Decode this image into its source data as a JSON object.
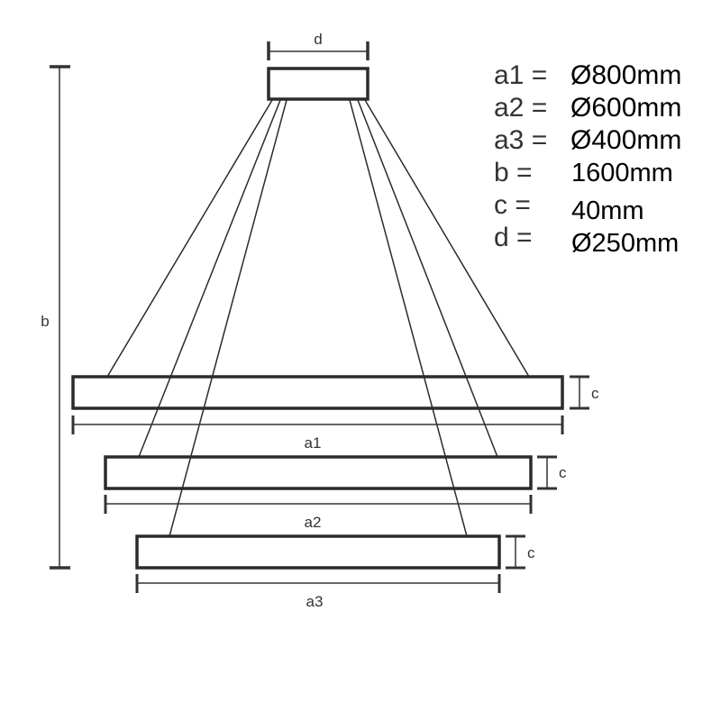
{
  "diagram": {
    "type": "technical dimension drawing",
    "subject": "3-tier ring pendant light",
    "labels": {
      "d": "d",
      "b": "b",
      "c1": "c",
      "c2": "c",
      "c3": "c",
      "a1": "a1",
      "a2": "a2",
      "a3": "a3"
    },
    "specs": [
      {
        "key": "a1 =",
        "value": "Ø800mm"
      },
      {
        "key": "a2 =",
        "value": "Ø600mm"
      },
      {
        "key": "a3 =",
        "value": "Ø400mm"
      },
      {
        "key": "b =",
        "value": "1600mm"
      },
      {
        "key": "c =",
        "value": "40mm"
      },
      {
        "key": "d =",
        "value": "Ø250mm"
      }
    ],
    "colors": {
      "line": "#2b2b2b",
      "dimension": "#555555",
      "background": "#ffffff"
    }
  }
}
